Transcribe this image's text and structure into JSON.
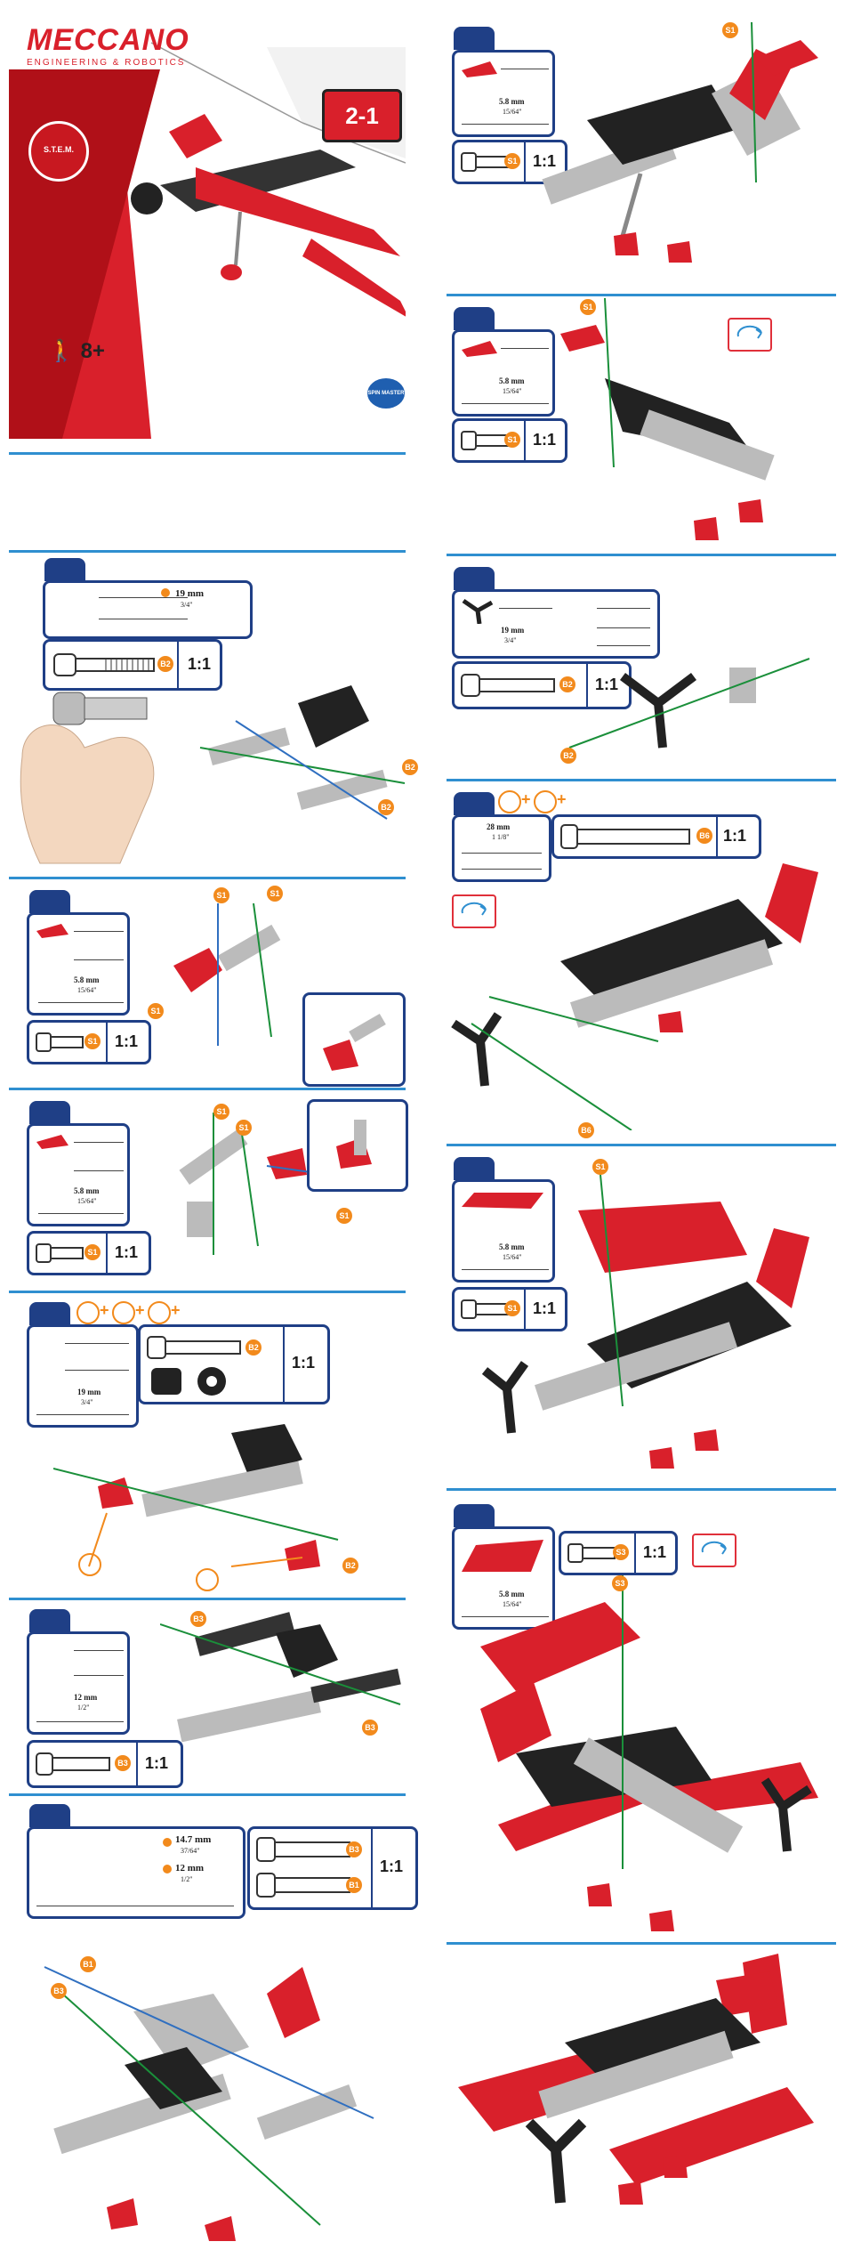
{
  "cover": {
    "brand": "MECCANO",
    "tagline": "ENGINEERING & ROBOTICS",
    "stem": "S.T.E.M.",
    "model": "2-in-1",
    "age": "8+",
    "publisher": "SPIN MASTER"
  },
  "labels": {
    "ratio": "1:1",
    "b1": "B1",
    "b2": "B2",
    "b3": "B3",
    "b6": "B6",
    "s1": "S1",
    "s3": "S3"
  },
  "measures": {
    "m58": "5.8 mm",
    "m58_frac": "15/64\"",
    "m19": "19 mm",
    "m19_frac": "3/4\"",
    "m12": "12 mm",
    "m12_frac": "1/2\"",
    "m147": "14.7 mm",
    "m147_frac": "37/64\"",
    "m28": "28 mm",
    "m28_frac": "1 1/8\""
  },
  "colors": {
    "accent": "#2f8fd0",
    "navy": "#1f3f86",
    "red": "#d9202b",
    "orange": "#f28a1c"
  }
}
